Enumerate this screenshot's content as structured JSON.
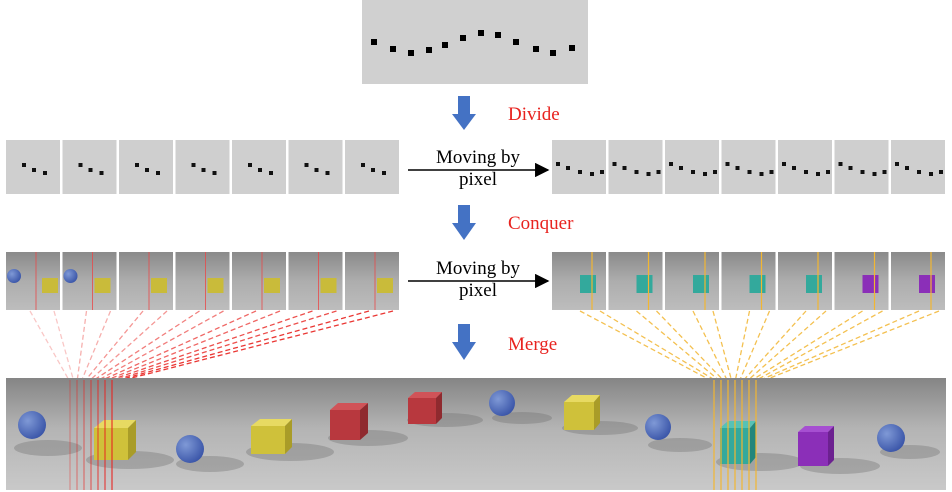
{
  "steps": {
    "divide": "Divide",
    "conquer": "Conquer",
    "merge": "Merge"
  },
  "operation": {
    "line1": "Moving by",
    "line2": "pixel"
  },
  "colors": {
    "step_label": "#e8231f",
    "down_arrow": "#4472c4",
    "left_guides": "#e83a3a",
    "right_guides": "#f2b632"
  }
}
